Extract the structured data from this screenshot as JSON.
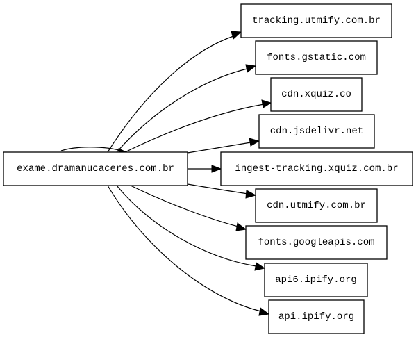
{
  "graph": {
    "source": {
      "label": "exame.dramanucaceres.com.br"
    },
    "targets": [
      {
        "label": "tracking.utmify.com.br"
      },
      {
        "label": "fonts.gstatic.com"
      },
      {
        "label": "cdn.xquiz.co"
      },
      {
        "label": "cdn.jsdelivr.net"
      },
      {
        "label": "ingest-tracking.xquiz.com.br"
      },
      {
        "label": "cdn.utmify.com.br"
      },
      {
        "label": "fonts.googleapis.com"
      },
      {
        "label": "api6.ipify.org"
      },
      {
        "label": "api.ipify.org"
      }
    ],
    "edges": [
      {
        "from": "source",
        "to": 0
      },
      {
        "from": "source",
        "to": 1
      },
      {
        "from": "source",
        "to": 2
      },
      {
        "from": "source",
        "to": 3
      },
      {
        "from": "source",
        "to": 4
      },
      {
        "from": "source",
        "to": 5
      },
      {
        "from": "source",
        "to": 6
      },
      {
        "from": "source",
        "to": 7
      },
      {
        "from": "source",
        "to": 8
      },
      {
        "from": "source",
        "to": "source"
      }
    ]
  }
}
